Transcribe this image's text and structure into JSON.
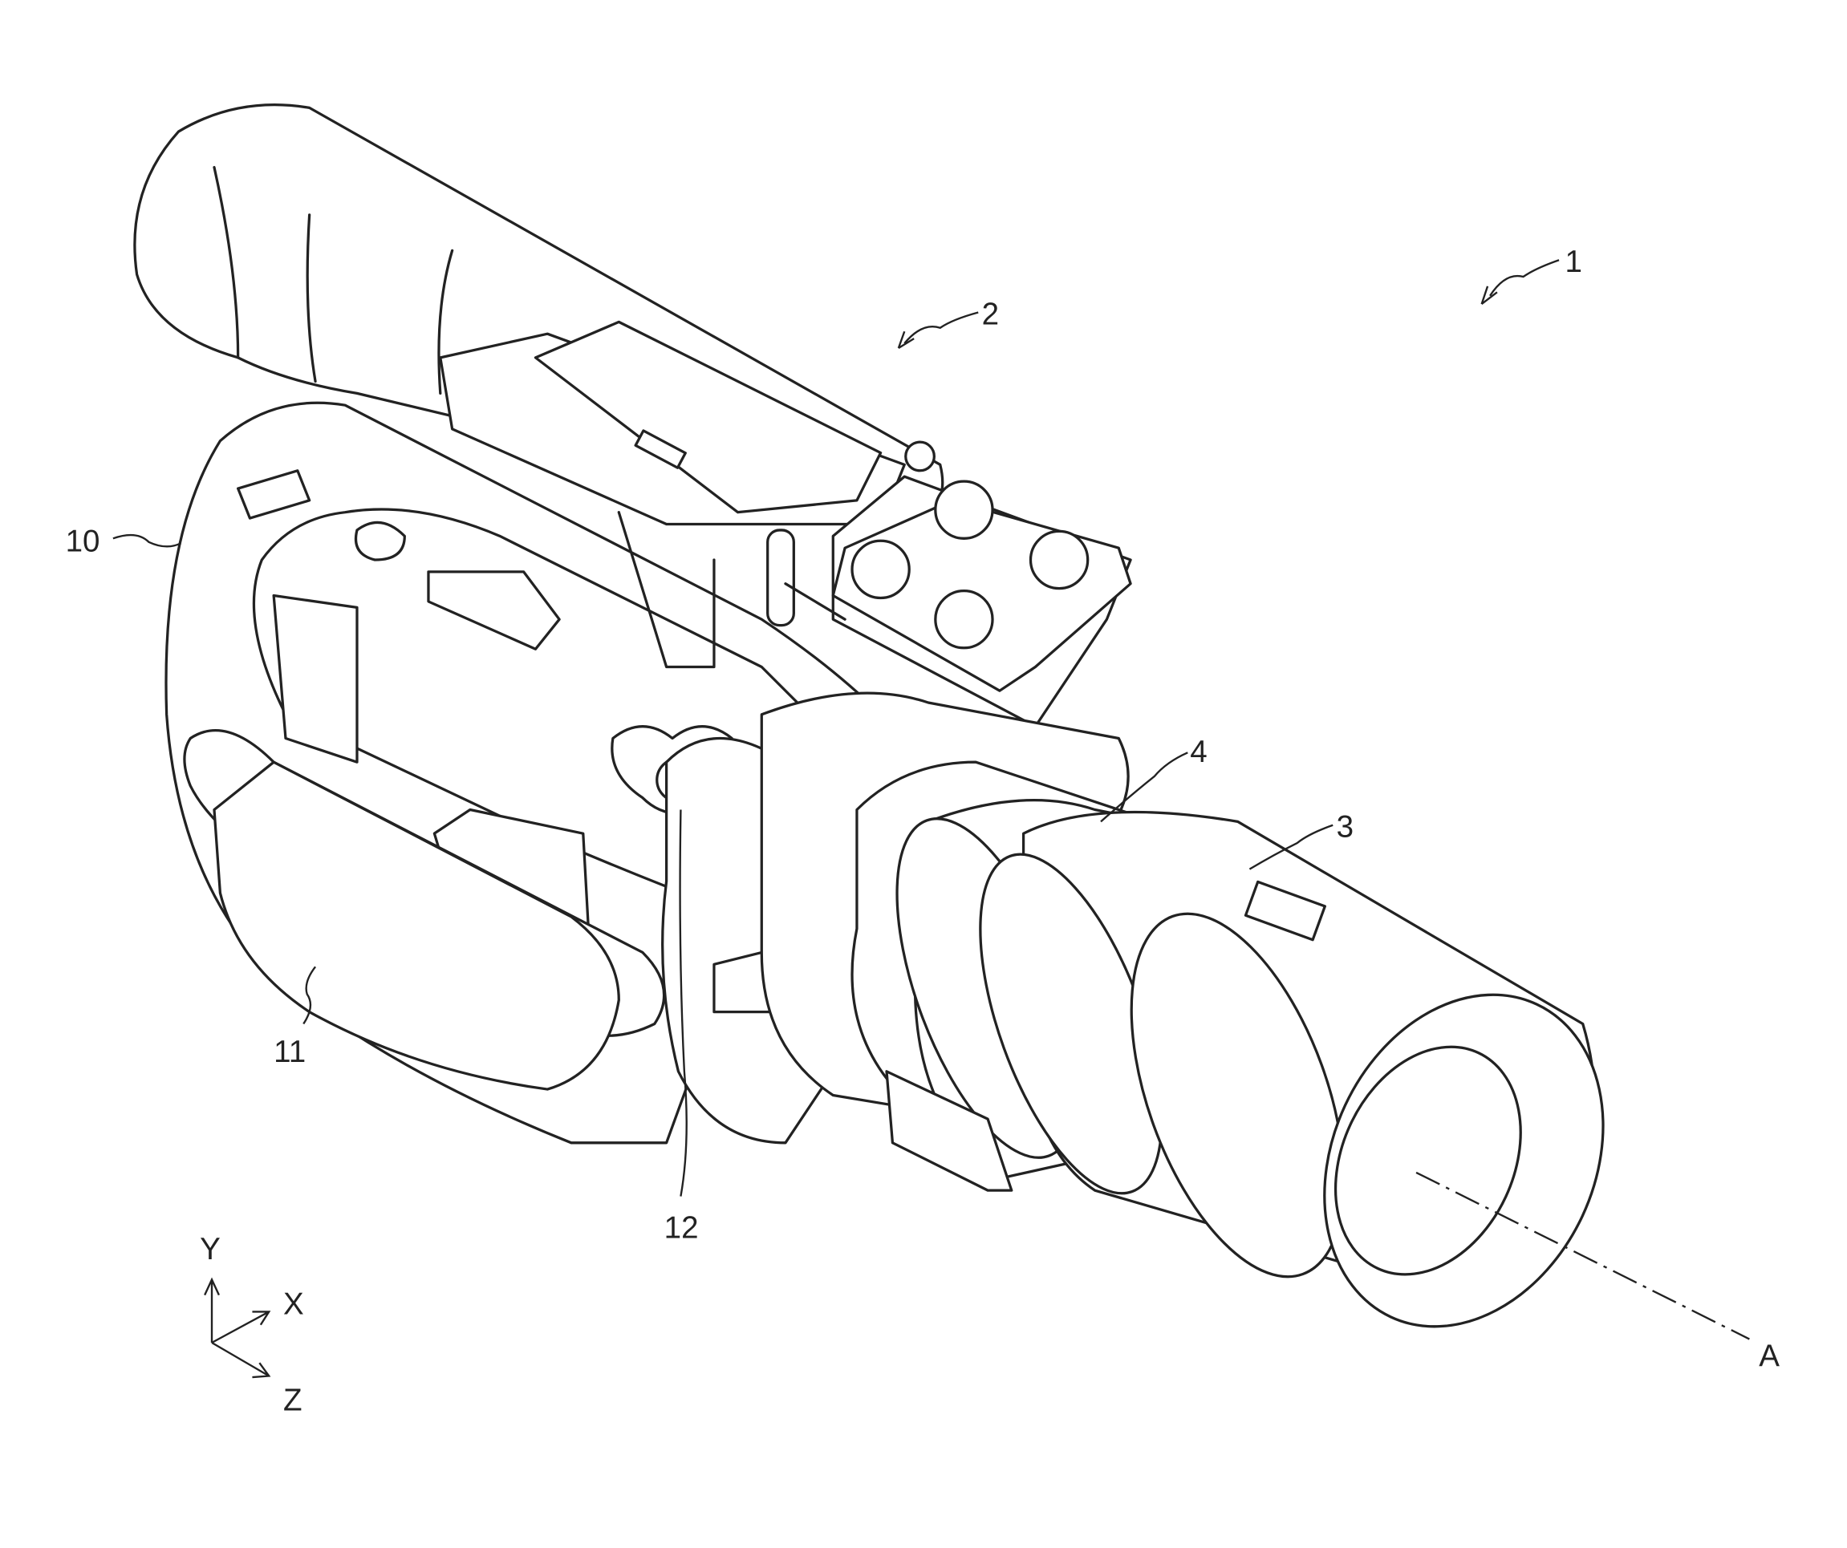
{
  "figure": {
    "reference_labels": {
      "camera": "1",
      "body_unit": "2",
      "lens": "3",
      "mount_ring": "4",
      "housing": "10",
      "grip": "11",
      "button": "12",
      "optical_axis": "A"
    },
    "axes": {
      "x": "X",
      "y": "Y",
      "z": "Z"
    }
  }
}
